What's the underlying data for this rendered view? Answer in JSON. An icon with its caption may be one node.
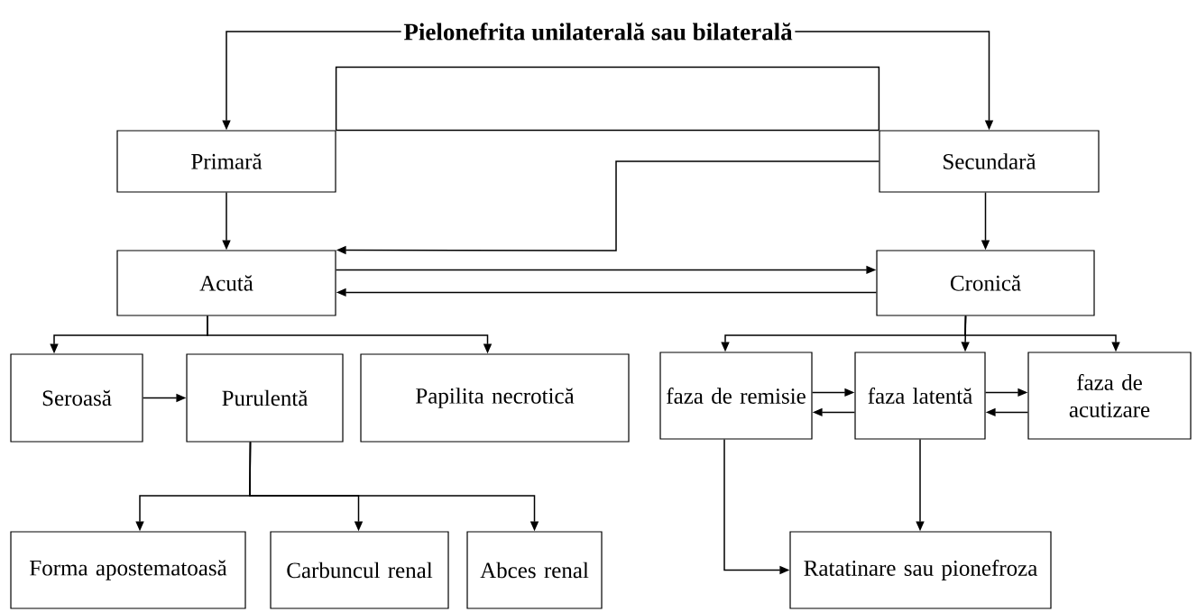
{
  "diagram": {
    "nodes": [
      {
        "text": [
          "Pielonefrita unilaterală sau bilaterală"
        ]
      },
      {
        "text": [
          "Primară"
        ]
      },
      {
        "text": [
          "Secundară"
        ]
      },
      {
        "text": [
          "Acută"
        ]
      },
      {
        "text": [
          "Cronică"
        ]
      },
      {
        "text": [
          "Seroasă"
        ]
      },
      {
        "text": [
          "Purulentă"
        ]
      },
      {
        "text": [
          "Papilita necrotică"
        ]
      },
      {
        "text": [
          "faza de remisie"
        ]
      },
      {
        "text": [
          "faza latentă"
        ]
      },
      {
        "text": [
          "faza de acutizare"
        ]
      },
      {
        "text": [
          "Forma apostematoasă"
        ]
      },
      {
        "text": [
          "Carbuncul renal"
        ]
      },
      {
        "text": [
          "Abces renal"
        ]
      },
      {
        "text": [
          "Ratatinare sau pionefroza"
        ]
      }
    ],
    "edges": [
      {
        "from": 0,
        "to": 1,
        "arrow": "to"
      },
      {
        "from": 0,
        "to": 2,
        "arrow": "to"
      },
      {
        "from": 1,
        "to": 2,
        "arrow": "none"
      },
      {
        "from": 1,
        "to": 2,
        "arrow": "none"
      },
      {
        "from": 2,
        "to": 3,
        "arrow": "to"
      },
      {
        "from": 1,
        "to": 3,
        "arrow": "to"
      },
      {
        "from": 2,
        "to": 4,
        "arrow": "to"
      },
      {
        "from": 3,
        "to": 4,
        "arrow": "to"
      },
      {
        "from": 4,
        "to": 3,
        "arrow": "to"
      },
      {
        "from": 3,
        "to": 5,
        "arrow": "to"
      },
      {
        "from": 3,
        "to": 7,
        "arrow": "to"
      },
      {
        "from": 5,
        "to": 6,
        "arrow": "to"
      },
      {
        "from": 6,
        "to": 11,
        "arrow": "to"
      },
      {
        "from": 6,
        "to": 12,
        "arrow": "to"
      },
      {
        "from": 6,
        "to": 13,
        "arrow": "to"
      },
      {
        "from": 4,
        "to": 8,
        "arrow": "to"
      },
      {
        "from": 4,
        "to": 9,
        "arrow": "to"
      },
      {
        "from": 4,
        "to": 10,
        "arrow": "to"
      },
      {
        "from": 8,
        "to": 9,
        "arrow": "to"
      },
      {
        "from": 9,
        "to": 8,
        "arrow": "to"
      },
      {
        "from": 9,
        "to": 10,
        "arrow": "to"
      },
      {
        "from": 10,
        "to": 9,
        "arrow": "to"
      },
      {
        "from": 8,
        "to": 14,
        "arrow": "to"
      },
      {
        "from": 9,
        "to": 14,
        "arrow": "to"
      }
    ]
  }
}
